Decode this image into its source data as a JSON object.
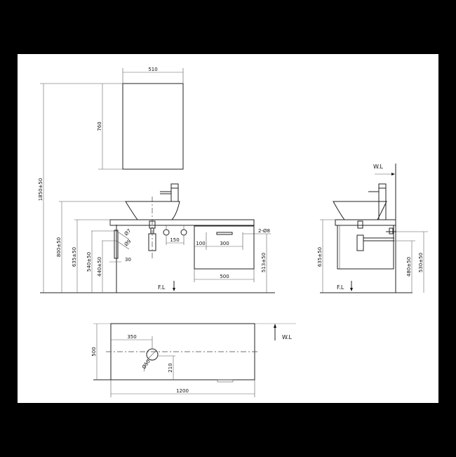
{
  "drawing": {
    "canvas_bg": "#ffffff",
    "frame_bg": "#000000",
    "mirror": {
      "width_label": "510",
      "height_label": "760"
    },
    "front_view": {
      "total_height_label": "1850±50",
      "basin_top_label": "800±50",
      "counter_top_label": "635±50",
      "angle_valve_upper_label": "540±50",
      "angle_valve_lower_label": "440±50",
      "valve_spacing_label": "30",
      "valve_diameter_upper": "Ø7",
      "valve_diameter_lower": "Ø9",
      "faucet_spacing_label": "150",
      "drawer_offset_label": "100",
      "handle_span_label": "300",
      "mount_holes_label": "2-Ø8",
      "cabinet_width_label": "500",
      "mount_height_label": "513±50",
      "floor_label": "F.L"
    },
    "side_view": {
      "wall_label": "W.L",
      "counter_top_label": "635±50",
      "drain_height_label": "480±50",
      "supply_height_label": "530±50",
      "floor_label": "F.L"
    },
    "top_view": {
      "depth_label": "500",
      "drain_offset_label": "350",
      "drain_diameter_label": "Ø50",
      "drain_from_front_label": "210",
      "total_width_label": "1200",
      "wall_label": "W.L"
    }
  }
}
